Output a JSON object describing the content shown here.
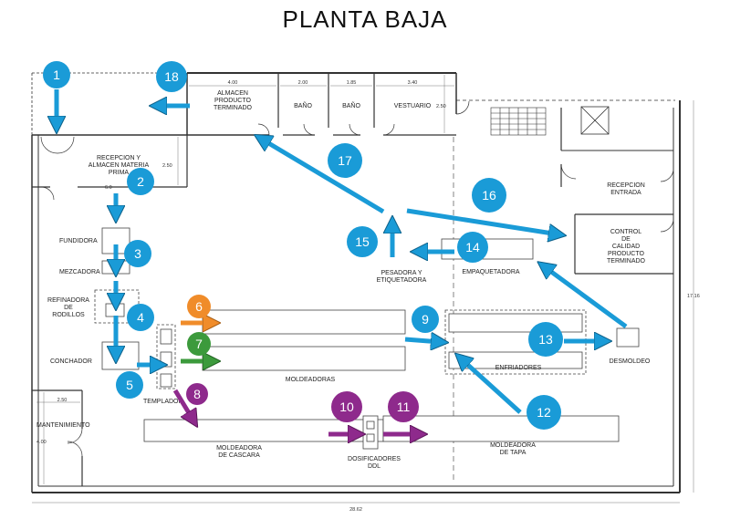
{
  "title": "PLANTA BAJA",
  "colors": {
    "blue": "#1a9bd7",
    "orange": "#f08c2a",
    "green": "#3c9a3c",
    "purple": "#8e2a8c",
    "wall": "#333333"
  },
  "rooms": {
    "almacen_producto": [
      "ALMACEN",
      "PRODUCTO",
      "TERMINADO"
    ],
    "bano1": "BAÑO",
    "bano2": "BAÑO",
    "vestuario": "VESTUARIO",
    "recepcion_almacen": [
      "RECEPCION Y",
      "ALMACEN MATERIA",
      "PRIMA"
    ],
    "fundidora": "FUNDIDORA",
    "mezcadora": "MEZCADORA",
    "refinadora": [
      "REFINADORA",
      "DE",
      "RODILLOS"
    ],
    "conchador": "CONCHADOR",
    "templador": "TEMPLADOR",
    "mantenimiento": "MANTENIMIENTO",
    "moldeadoras": "MOLDEADORAS",
    "moldeadora_cascara": [
      "MOLDEADORA",
      "DE CASCARA"
    ],
    "dosificadores": [
      "DOSIFICADORES",
      "DDL"
    ],
    "moldeadora_tapa": [
      "MOLDEADORA",
      "DE TAPA"
    ],
    "pesadora": [
      "PESADORA Y",
      "ETIQUETADORA"
    ],
    "empaquetadora": "EMPAQUETADORA",
    "enfriadores": "ENFRIADORES",
    "desmoldeo": "DESMOLDEO",
    "recepcion_entrada": [
      "RECEPCION",
      "ENTRADA"
    ],
    "control_calidad": [
      "CONTROL",
      "DE",
      "CALIDAD",
      "PRODUCTO",
      "TERMINADO"
    ]
  },
  "dimensions": {
    "almacen_width": "4.00",
    "bano1_width": "2.00",
    "bano2_width": "1.85",
    "vestuario_width": "3.40",
    "vestuario_depth": "2.50",
    "recepcion_depth": "2.50",
    "recepcion_width": "6.0",
    "mant_width": "2.50",
    "mant_depth": "4.00",
    "total_depth": "17.16",
    "total_width": "28.62"
  },
  "steps": [
    {
      "n": "1",
      "color": "blue"
    },
    {
      "n": "2",
      "color": "blue"
    },
    {
      "n": "3",
      "color": "blue"
    },
    {
      "n": "4",
      "color": "blue"
    },
    {
      "n": "5",
      "color": "blue"
    },
    {
      "n": "6",
      "color": "orange"
    },
    {
      "n": "7",
      "color": "green"
    },
    {
      "n": "8",
      "color": "purple"
    },
    {
      "n": "9",
      "color": "blue"
    },
    {
      "n": "10",
      "color": "purple"
    },
    {
      "n": "11",
      "color": "purple"
    },
    {
      "n": "12",
      "color": "blue"
    },
    {
      "n": "13",
      "color": "blue"
    },
    {
      "n": "14",
      "color": "blue"
    },
    {
      "n": "15",
      "color": "blue"
    },
    {
      "n": "16",
      "color": "blue"
    },
    {
      "n": "17",
      "color": "blue"
    },
    {
      "n": "18",
      "color": "blue"
    }
  ]
}
